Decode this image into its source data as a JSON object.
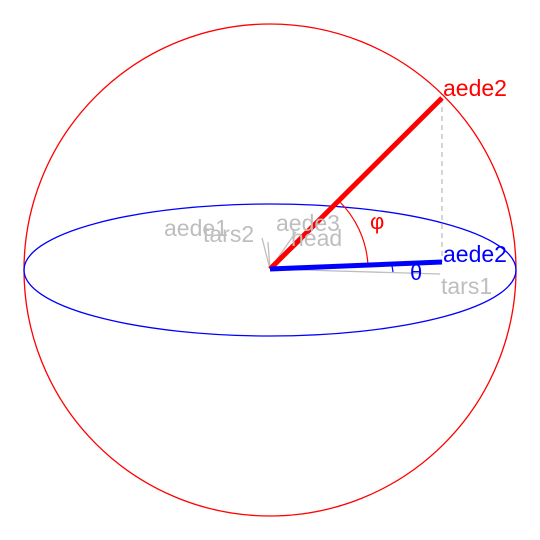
{
  "diagram": {
    "labels": {
      "aede2_3d": "aede2",
      "aede2_projected": "aede2",
      "aede1": "aede1",
      "tars2": "tars2",
      "aede3": "aede3",
      "head": "head",
      "tars1": "tars1",
      "phi": "φ",
      "theta": "θ"
    },
    "colors": {
      "sphere": "#ff0000",
      "equator": "#0000ff",
      "vector_3d": "#ff0000",
      "vector_projected": "#0000ff",
      "reference": "#bebebe",
      "projection_dashes": "#bebebe"
    }
  }
}
